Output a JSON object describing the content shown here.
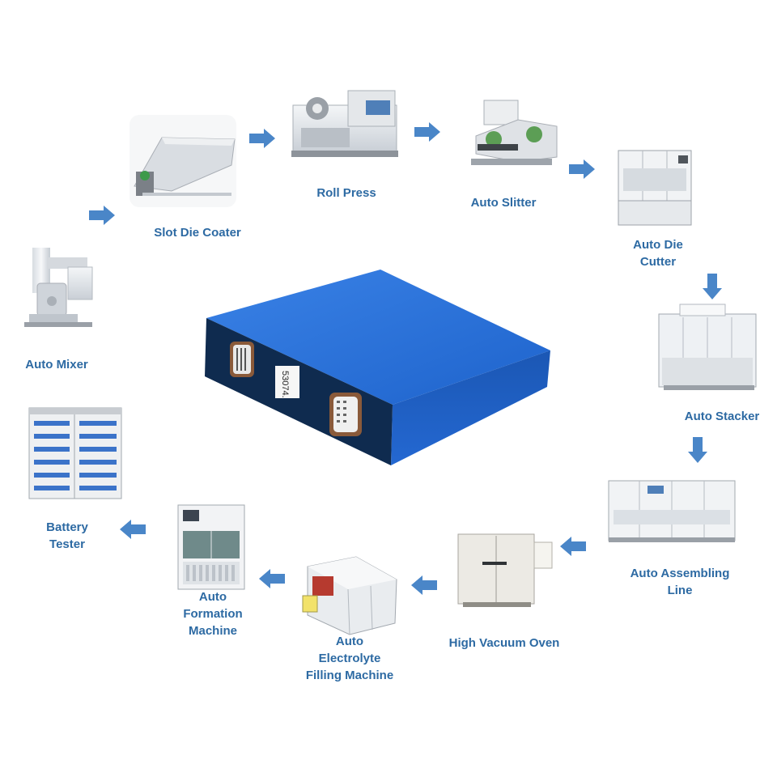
{
  "colors": {
    "label": "#2d6aa3",
    "arrow": "#4a86c8",
    "battery_top": "#2e73d8",
    "battery_side": "#1f5fc1",
    "battery_end": "#0e2a4d"
  },
  "steps": [
    {
      "id": "auto-mixer",
      "lines": [
        "Auto Mixer"
      ]
    },
    {
      "id": "slot-die-coater",
      "lines": [
        "Slot Die Coater"
      ]
    },
    {
      "id": "roll-press",
      "lines": [
        "Roll Press"
      ]
    },
    {
      "id": "auto-slitter",
      "lines": [
        "Auto Slitter"
      ]
    },
    {
      "id": "auto-die-cutter",
      "lines": [
        "Auto Die",
        "Cutter"
      ]
    },
    {
      "id": "auto-stacker",
      "lines": [
        "Auto Stacker"
      ]
    },
    {
      "id": "auto-assembling-line",
      "lines": [
        "Auto Assembling",
        "Line"
      ]
    },
    {
      "id": "high-vacuum-oven",
      "lines": [
        "High Vacuum Oven"
      ]
    },
    {
      "id": "auto-electrolyte-filling-machine",
      "lines": [
        "Auto",
        "Electrolyte",
        "Filling Machine"
      ]
    },
    {
      "id": "auto-formation-machine",
      "lines": [
        "Auto",
        "Formation",
        "Machine"
      ]
    },
    {
      "id": "battery-tester",
      "lines": [
        "Battery",
        "Tester"
      ]
    }
  ],
  "arrows": [
    {
      "id": "arrow-mixer-to-coater",
      "direction": "right"
    },
    {
      "id": "arrow-coater-to-press",
      "direction": "right"
    },
    {
      "id": "arrow-press-to-slitter",
      "direction": "right"
    },
    {
      "id": "arrow-slitter-to-cutter",
      "direction": "right"
    },
    {
      "id": "arrow-cutter-to-stacker",
      "direction": "down"
    },
    {
      "id": "arrow-stacker-to-assembling",
      "direction": "down"
    },
    {
      "id": "arrow-assembling-to-oven",
      "direction": "left"
    },
    {
      "id": "arrow-oven-to-filling",
      "direction": "left"
    },
    {
      "id": "arrow-filling-to-formation",
      "direction": "left"
    },
    {
      "id": "arrow-formation-to-tester",
      "direction": "left"
    }
  ],
  "battery": {
    "label_code": "53074."
  }
}
